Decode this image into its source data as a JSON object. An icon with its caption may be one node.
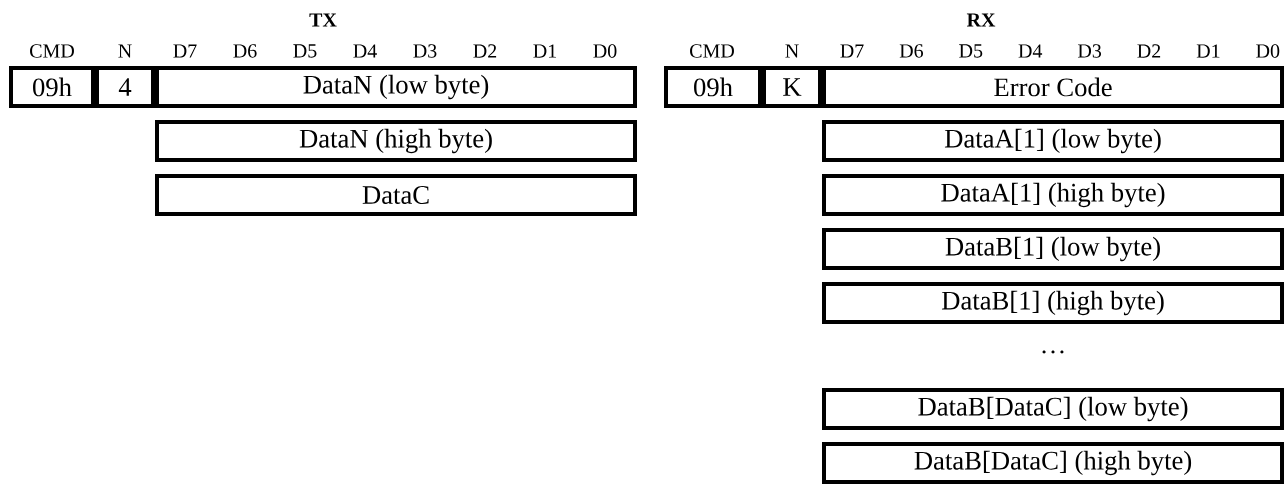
{
  "diagram": {
    "nodes": [
      {
        "text": [
          "09h"
        ]
      },
      {
        "text": [
          "4"
        ]
      },
      {
        "text": [
          "DataN (low byte)"
        ]
      },
      {
        "text": [
          "DataN (high byte)"
        ]
      },
      {
        "text": [
          "DataC"
        ]
      },
      {
        "text": [
          "09h"
        ]
      },
      {
        "text": [
          "K"
        ]
      },
      {
        "text": [
          "Error Code"
        ]
      },
      {
        "text": [
          "DataA[1] (low byte)"
        ]
      },
      {
        "text": [
          "DataA[1] (high byte)"
        ]
      },
      {
        "text": [
          "DataB[1] (low byte)"
        ]
      },
      {
        "text": [
          "DataB[1] (high byte)"
        ]
      },
      {
        "text": [
          "DataB[DataC] (low byte)"
        ]
      },
      {
        "text": [
          "DataB[DataC] (high byte)"
        ]
      }
    ],
    "labels": [
      "TX",
      "CMD",
      "N",
      "D7",
      "D6",
      "D5",
      "D4",
      "D3",
      "D2",
      "D1",
      "D0",
      "RX",
      "CMD",
      "N",
      "D7",
      "D6",
      "D5",
      "D4",
      "D3",
      "D2",
      "D1",
      "D0",
      "…"
    ]
  }
}
